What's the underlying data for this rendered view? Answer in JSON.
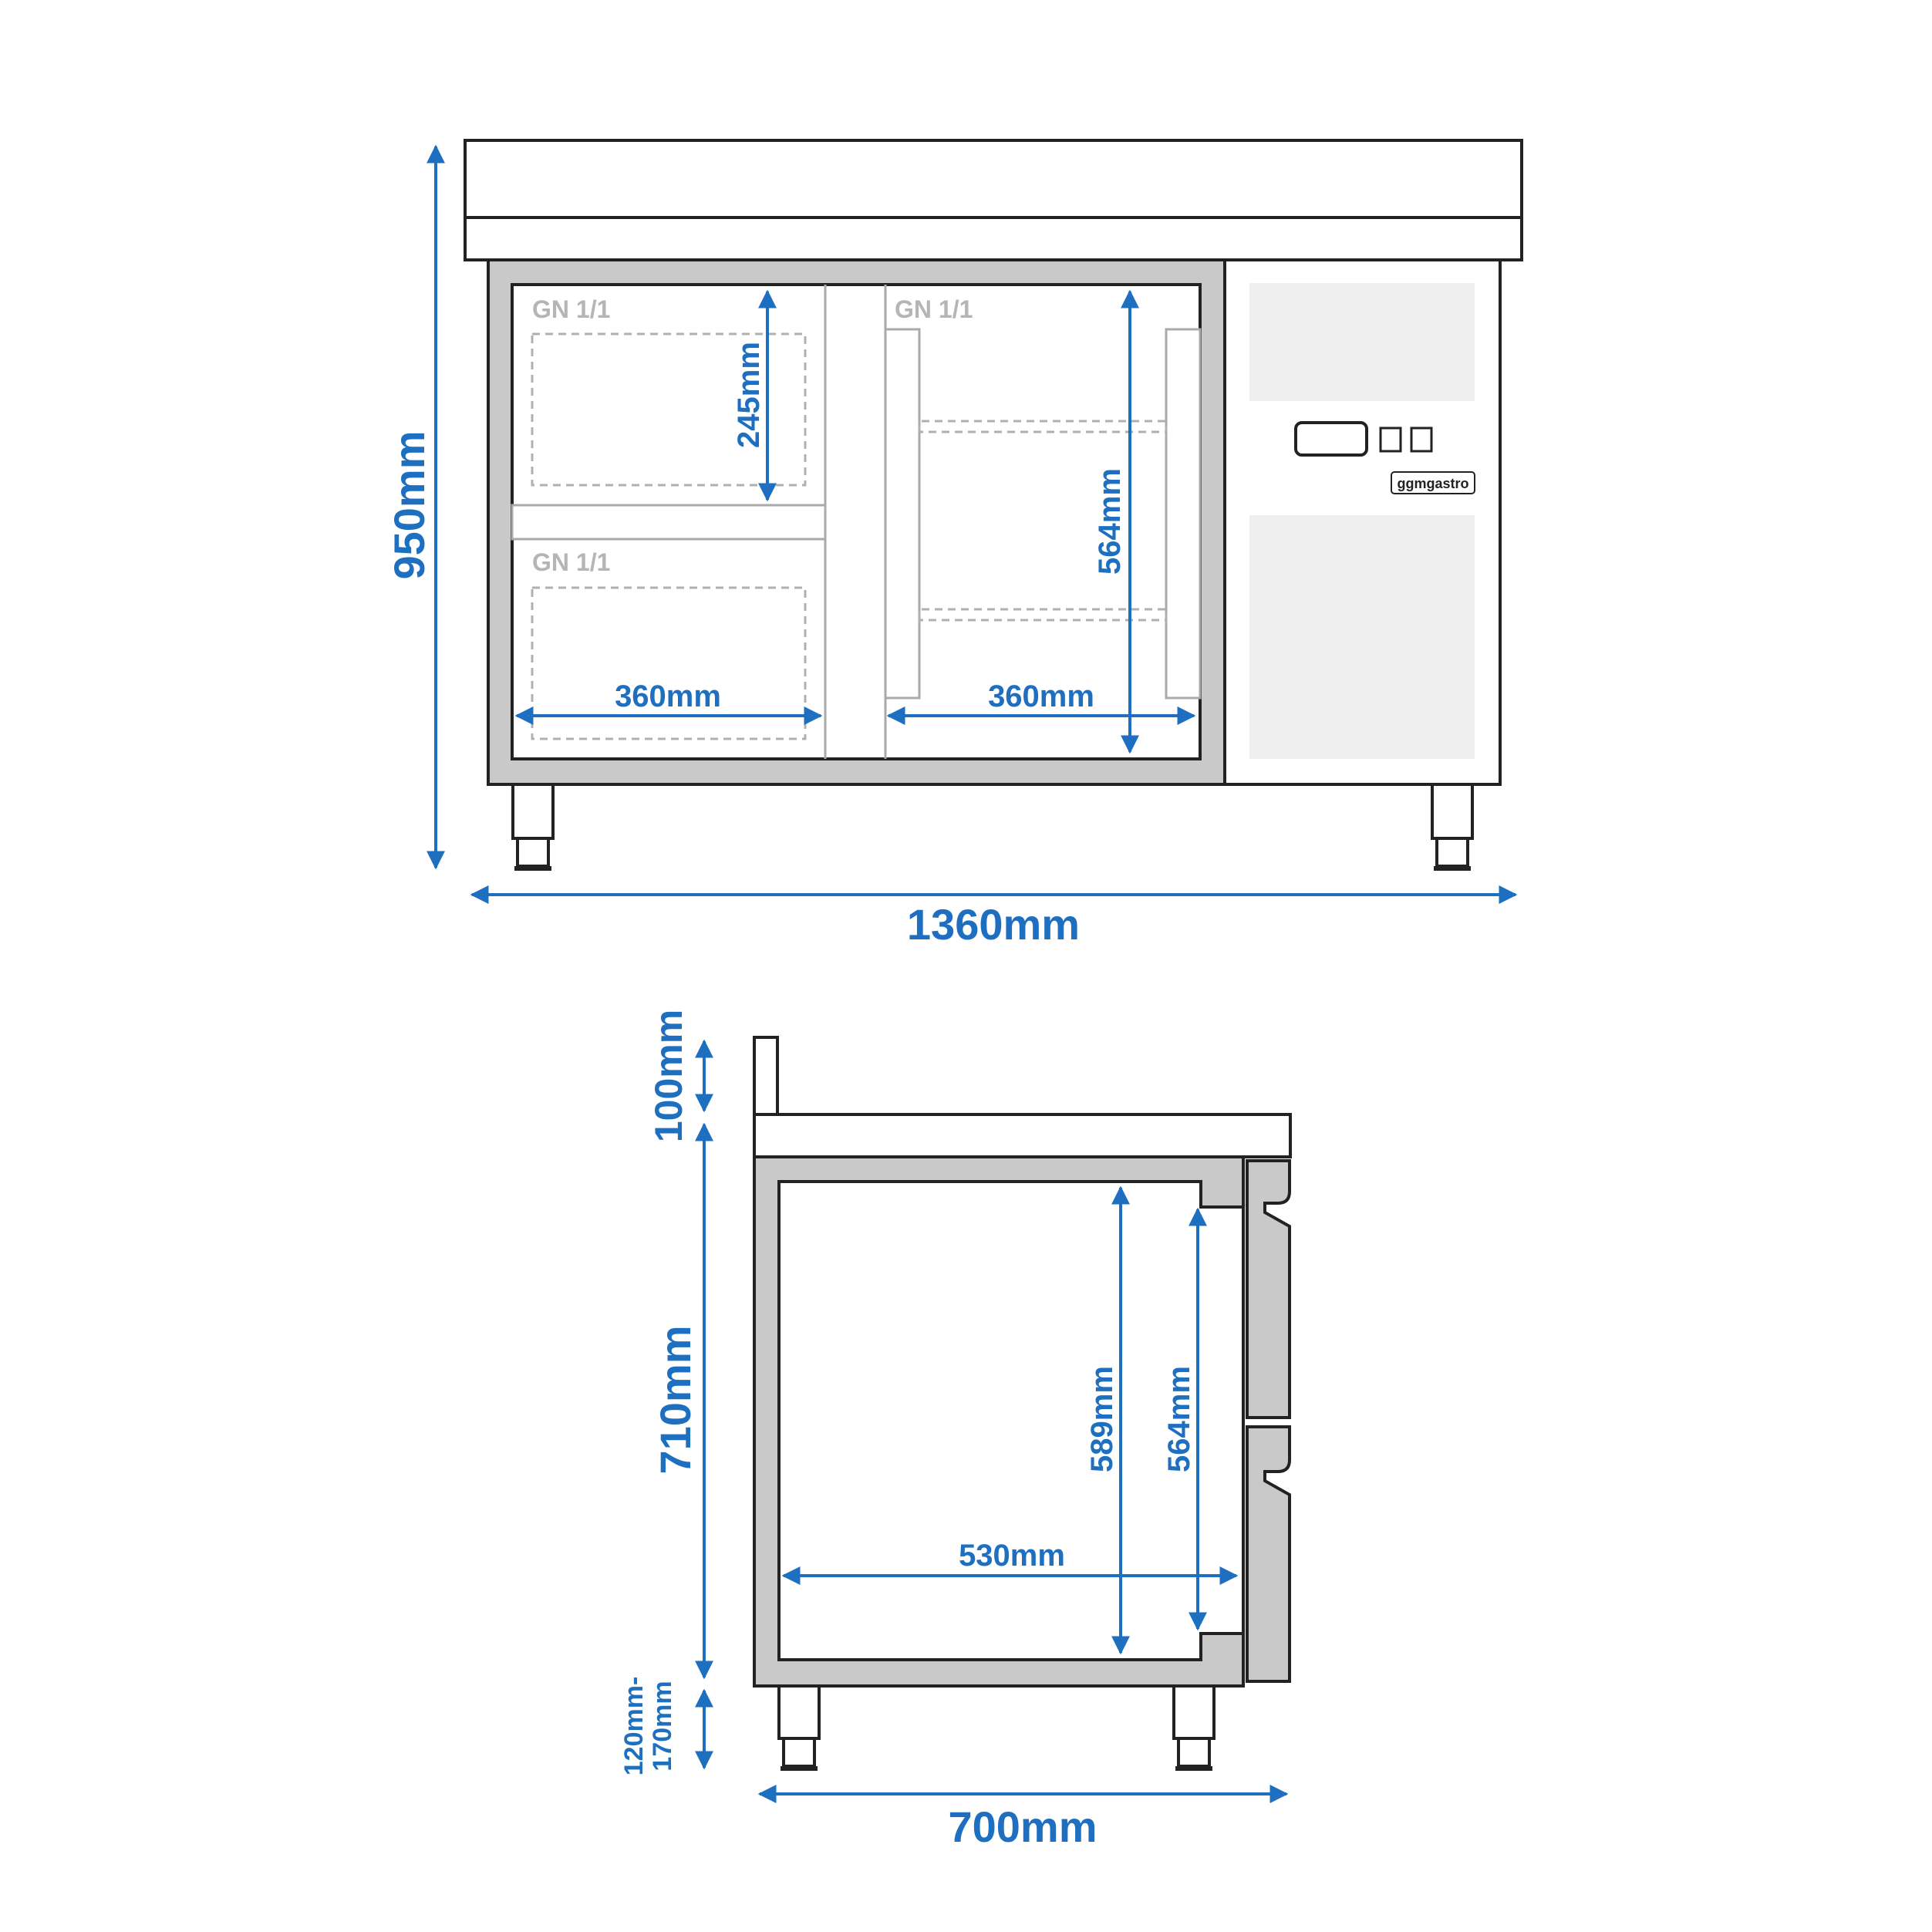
{
  "colors": {
    "dimension": "#1e6fc0",
    "outline": "#222222",
    "frame_fill": "#c9c9c9",
    "panel_fill": "#efefef",
    "gn_label": "#b5b5b5"
  },
  "front_view": {
    "compartment_labels": [
      "GN 1/1",
      "GN 1/1",
      "GN 1/1"
    ],
    "brand": "ggmgastro",
    "dimensions": {
      "total_height": "950mm",
      "total_width": "1360mm",
      "gn_height_left": "245mm",
      "inner_height_right": "564mm",
      "inner_width_left": "360mm",
      "inner_width_right": "360mm"
    }
  },
  "side_view": {
    "dimensions": {
      "upstand": "100mm",
      "body_height": "710mm",
      "legs_line1": "120mm-",
      "legs_line2": "170mm",
      "total_depth": "700mm",
      "inner_depth": "530mm",
      "inner_height_outer": "589mm",
      "inner_height_drawer": "564mm"
    }
  }
}
